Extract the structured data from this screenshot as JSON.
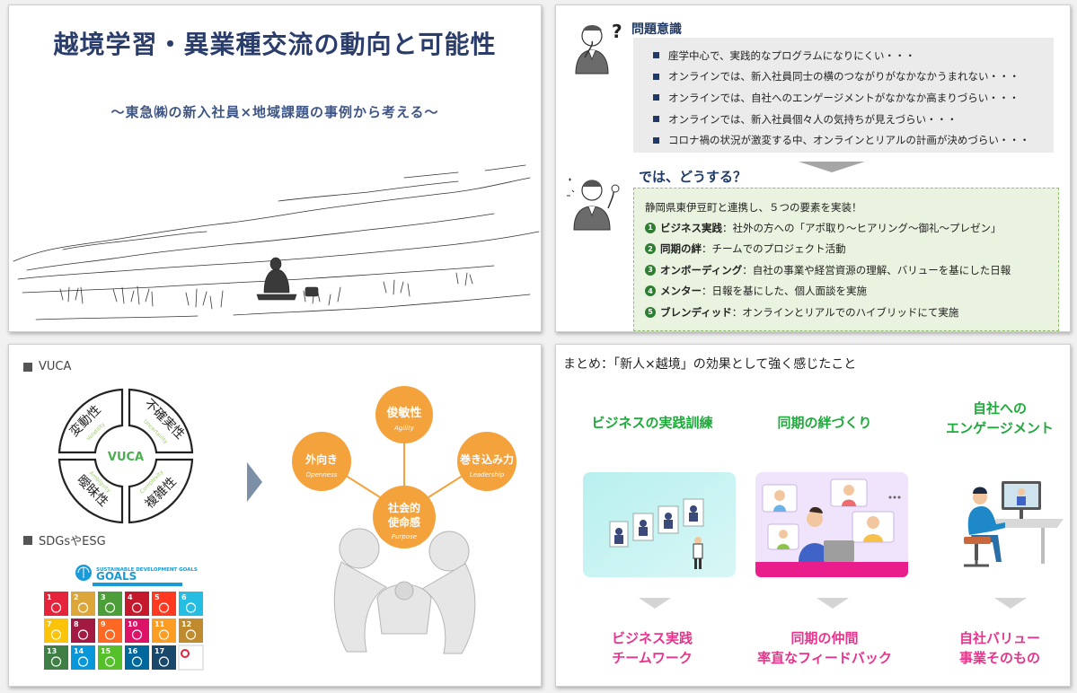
{
  "slide1": {
    "title": "越境学習・異業種交流の動向と可能性",
    "subtitle": "～東急㈱の新入社員×地域課題の事例から考える～"
  },
  "slide2": {
    "heading1": "問題意識",
    "problems": [
      "座学中心で、実践的なプログラムになりにくい・・・",
      "オンラインでは、新入社員同士の横のつながりがなかなかうまれない・・・",
      "オンラインでは、自社へのエンゲージメントがなかなか高まりづらい・・・",
      "オンラインでは、新入社員個々人の気持ちが見えづらい・・・",
      "コロナ禍の状況が激変する中、オンラインとリアルの計画が決めづらい・・・"
    ],
    "heading2": "では、どうする？",
    "intro": "静岡県東伊豆町と連携し、５つの要素を実装！",
    "elements": [
      {
        "num": "1",
        "name": "ビジネス実践",
        "desc": "：社外の方への「アポ取り～ヒアリング～御礼～プレゼン」"
      },
      {
        "num": "2",
        "name": "同期の絆",
        "desc": "：チームでのプロジェクト活動"
      },
      {
        "num": "3",
        "name": "オンボーディング",
        "desc": "：自社の事業や経営資源の理解、バリューを基にした日報"
      },
      {
        "num": "4",
        "name": "メンター",
        "desc": "：日報を基にした、個人面談を実施"
      },
      {
        "num": "5",
        "name": "ブレンディッド",
        "desc": "：オンラインとリアルでのハイブリッドにて実施"
      }
    ],
    "colors": {
      "navy": "#1f3a66",
      "green_box": "#e9f3df",
      "grey_box": "#ebebeb"
    }
  },
  "slide3": {
    "label_vuca": "VUCA",
    "vuca_center": "VUCA",
    "vuca_quadrants": [
      {
        "jp": "変動性",
        "en": "Volatility"
      },
      {
        "jp": "不確実性",
        "en": "Uncertainty"
      },
      {
        "jp": "複雑性",
        "en": "Complexity"
      },
      {
        "jp": "曖昧性",
        "en": "Ambiguity"
      }
    ],
    "label_sdgs": "SDGsやESG",
    "sdg_logo": "SUSTAINABLE DEVELOPMENT GOALS",
    "sdg_logo_short": "GOALS",
    "sdg_goal_numbers": [
      "1",
      "2",
      "3",
      "4",
      "5",
      "6",
      "7",
      "8",
      "9",
      "10",
      "11",
      "12",
      "13",
      "14",
      "15",
      "16",
      "17"
    ],
    "sdg_colors": [
      "#e5243b",
      "#dda63a",
      "#4c9f38",
      "#c5192d",
      "#ff3a21",
      "#26bde2",
      "#fcc30b",
      "#a21942",
      "#fd6925",
      "#dd1367",
      "#fd9d24",
      "#bf8b2e",
      "#3f7e44",
      "#0a97d9",
      "#56c02b",
      "#00689d",
      "#19486a"
    ],
    "circles": [
      {
        "jp": "俊敏性",
        "en": "Agility"
      },
      {
        "jp": "外向き",
        "en": "Openness"
      },
      {
        "jp": "巻き込み力",
        "en": "Leadership"
      },
      {
        "jp": "社会的\n使命感",
        "jp1": "社会的",
        "jp2": "使命感",
        "en": "Purpose"
      }
    ],
    "colors": {
      "orange": "#f4a23c"
    }
  },
  "slide4": {
    "title": "まとめ：「新人×越境」の効果として強く感じたこと",
    "columns": [
      {
        "head1": "ビジネスの実践訓練",
        "head2": "",
        "foot1": "ビジネス実践",
        "foot2": "チームワーク"
      },
      {
        "head1": "同期の絆づくり",
        "head2": "",
        "foot1": "同期の仲間",
        "foot2": "率直なフィードバック"
      },
      {
        "head1": "自社への",
        "head2": "エンゲージメント",
        "foot1": "自社バリュー",
        "foot2": "事業そのもの"
      }
    ],
    "colors": {
      "green": "#1faa3c",
      "pink": "#e7358d"
    }
  }
}
